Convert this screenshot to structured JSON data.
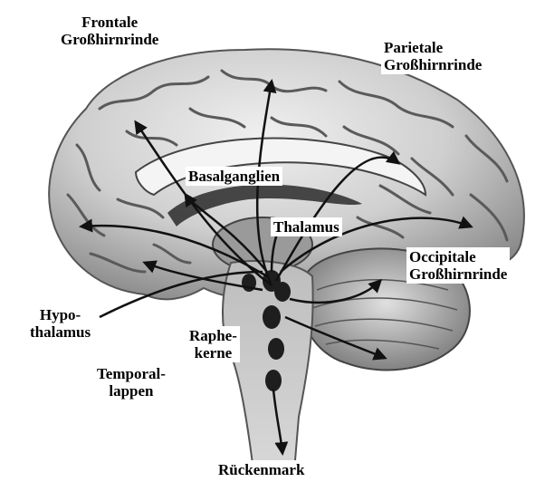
{
  "labels": {
    "frontal": [
      "Frontale",
      "Großhirnrinde"
    ],
    "parietal": [
      "Parietale",
      "Großhirnrinde"
    ],
    "basal": "Basalganglien",
    "thalamus": "Thalamus",
    "occipital": [
      "Occipitale",
      "Großhirnrinde"
    ],
    "hypothalamus": [
      "Hypo-",
      "thalamus"
    ],
    "raphe": [
      "Raphe-",
      "kerne"
    ],
    "temporal": [
      "Temporal-",
      "lappen"
    ],
    "spinal": "Rückenmark"
  },
  "colors": {
    "background": "#ffffff",
    "brain_base": "#d9d9d9",
    "gyri_light": "#f2f2f2",
    "sulci_dark": "#5a5a5a",
    "deep_structures": "#2a2a2a",
    "arrows": "#111111"
  },
  "icons": {
    "arrow": "pathway-arrow-icon",
    "nucleus": "raphe-nucleus-icon"
  }
}
